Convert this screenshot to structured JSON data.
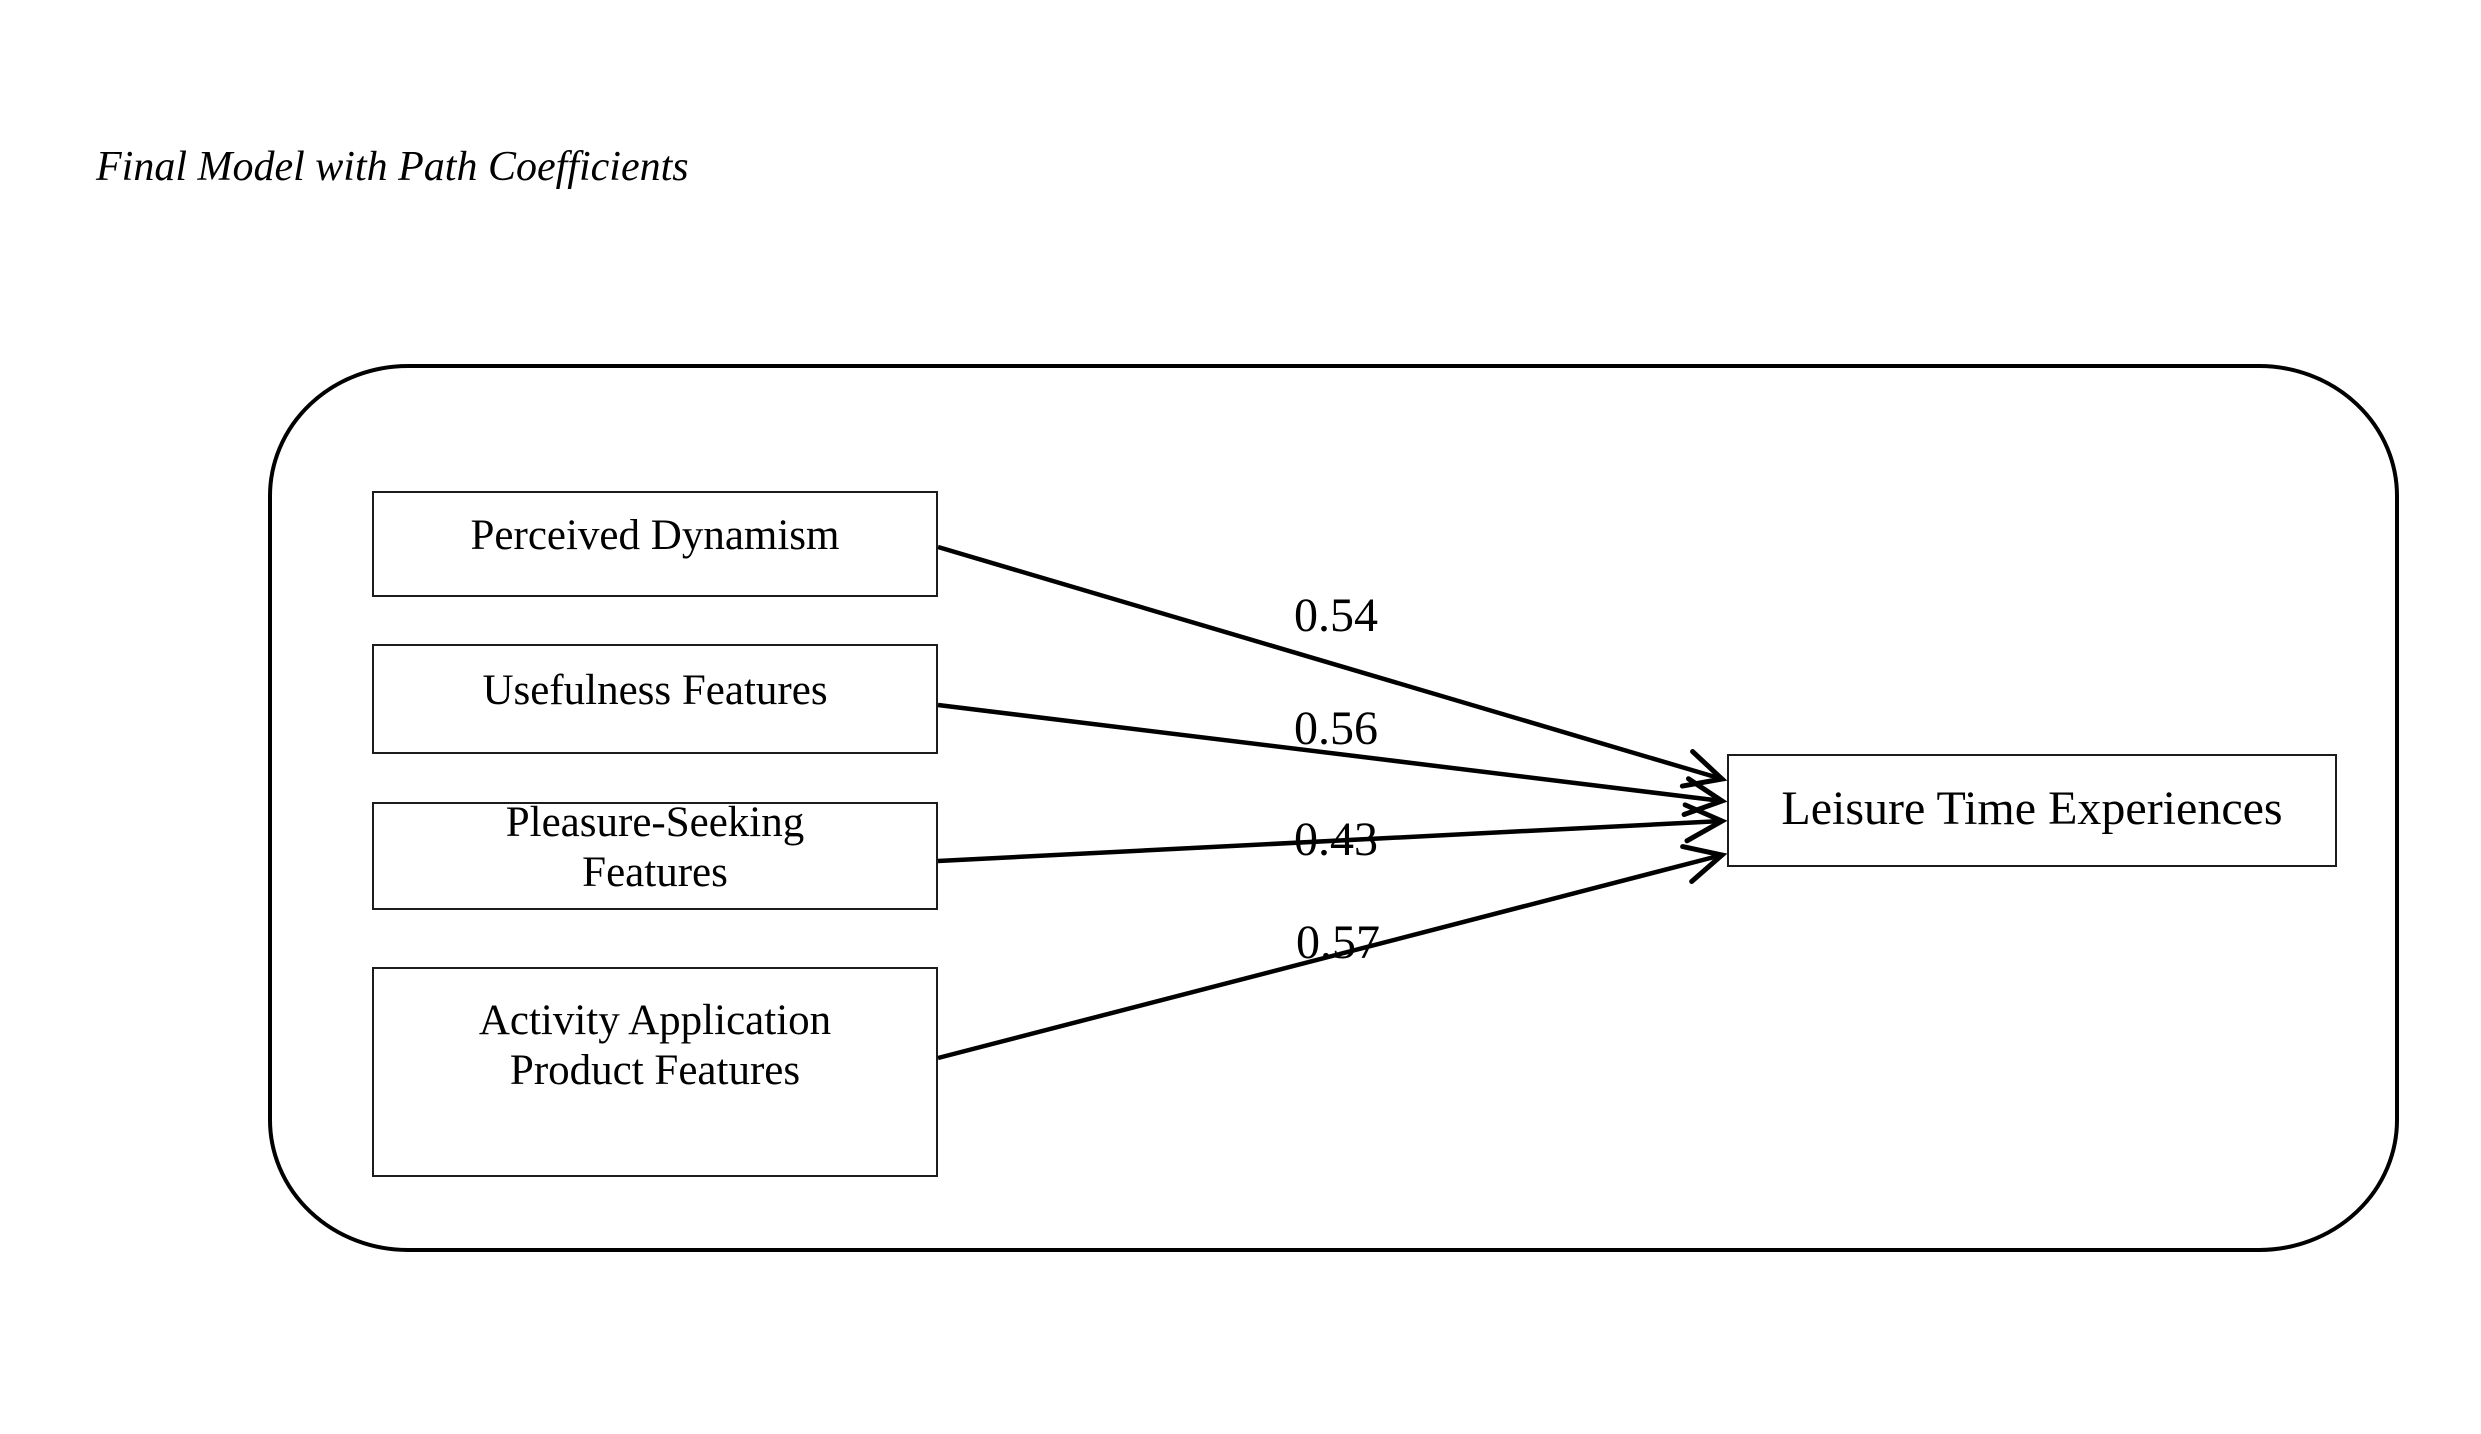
{
  "title": "Final Model with Path Coefficients",
  "model": {
    "predictors": [
      {
        "label": "Perceived Dynamism",
        "coefficient": "0.54"
      },
      {
        "label": "Usefulness Features",
        "coefficient": "0.56"
      },
      {
        "label": "Pleasure-Seeking Features",
        "coefficient": "0.43"
      },
      {
        "label": "Activity Application Product Features",
        "coefficient": "0.57"
      }
    ],
    "outcome": {
      "label": "Leisure Time Experiences"
    }
  },
  "colors": {
    "background": "#ffffff",
    "line": "#000000",
    "box_border": "#1c1c1c",
    "text": "#000000"
  }
}
